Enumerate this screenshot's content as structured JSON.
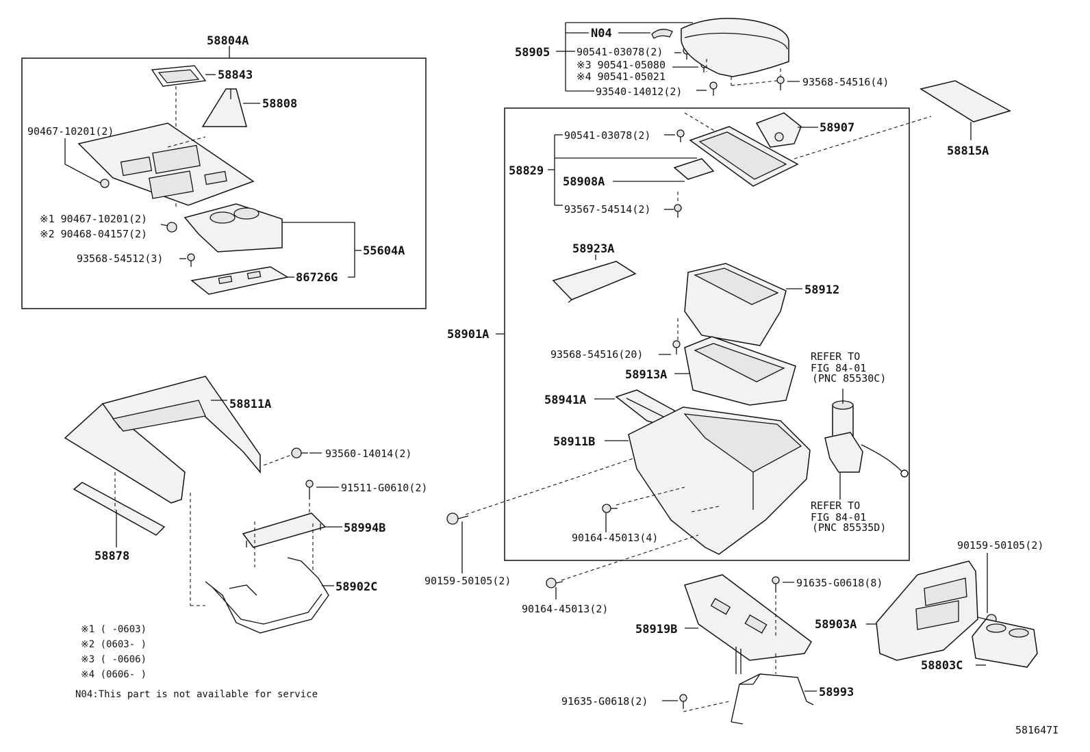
{
  "parts": {
    "p58804A": "58804A",
    "p58843": "58843",
    "p58808": "58808",
    "p90467_10201_2": "90467-10201(2)",
    "p90467_10201_2_m1": "※1 90467-10201(2)",
    "p90468_04157_2_m2": "※2 90468-04157(2)",
    "p93568_54512_3": "93568-54512(3)",
    "p55604A": "55604A",
    "p86726G": "86726G",
    "p58811A": "58811A",
    "p93560_14014_2": "93560-14014(2)",
    "p91511_G0610_2": "91511-G0610(2)",
    "p58994B": "58994B",
    "p58878": "58878",
    "p58902C": "58902C",
    "pN04": "N04",
    "p58905": "58905",
    "p90541_03078_2_top": "90541-03078(2)",
    "p90541_05080_m3": "※3 90541-05080",
    "p90541_05021_m4": "※4 90541-05021",
    "p93540_14012_2": "93540-14012(2)",
    "p93568_54516_4": "93568-54516(4)",
    "p58815A": "58815A",
    "p58907": "58907",
    "p90541_03078_2": "90541-03078(2)",
    "p58829": "58829",
    "p58908A": "58908A",
    "p93567_54514_2": "93567-54514(2)",
    "p58923A": "58923A",
    "p58912": "58912",
    "p58901A": "58901A",
    "p93568_54516_20": "93568-54516(20)",
    "p58913A": "58913A",
    "p58941A": "58941A",
    "p58911B": "58911B",
    "p90164_45013_4": "90164-45013(4)",
    "p90159_50105_2_left": "90159-50105(2)",
    "p90164_45013_2": "90164-45013(2)",
    "p91635_G0618_8": "91635-G0618(8)",
    "p58919B": "58919B",
    "p91635_G0618_2": "91635-G0618(2)",
    "p58993": "58993",
    "p90159_50105_2_right": "90159-50105(2)",
    "p58903A": "58903A",
    "p58803C": "58803C"
  },
  "refer_upper": {
    "line1": "REFER TO",
    "line2": "FIG 84-01",
    "line3": "(PNC 85530C)"
  },
  "refer_lower": {
    "line1": "REFER TO",
    "line2": "FIG 84-01",
    "line3": "(PNC 85535D)"
  },
  "legend": {
    "m1": "※1  (    -0603)",
    "m2": "※2  (0603-    )",
    "m3": "※3  (    -0606)",
    "m4": "※4  (0606-    )",
    "n04": "N04:This part is not available for service"
  },
  "figure_id": "581647I"
}
